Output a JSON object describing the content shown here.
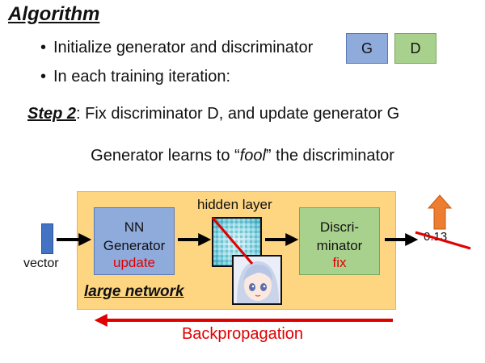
{
  "title": "Algorithm",
  "bullets": [
    {
      "marker": "•",
      "text": "Initialize generator and discriminator"
    },
    {
      "marker": "•",
      "text": "In each training iteration:"
    }
  ],
  "boxes": {
    "g": "G",
    "d": "D"
  },
  "step": {
    "label": "Step 2",
    "text": ": Fix discriminator D, and update generator G"
  },
  "subtitle": {
    "before": "Generator learns to “",
    "emph": "fool",
    "after": "” the discriminator"
  },
  "diagram": {
    "vector_label": "vector",
    "generator": {
      "line1": "NN",
      "line2": "Generator",
      "status": "update"
    },
    "hidden_layer_label": "hidden layer",
    "discriminator": {
      "line1": "Discri-",
      "line2": "minator",
      "status": "fix"
    },
    "output_value": "0.13",
    "large_network_label": "large network",
    "backprop_label": "Backpropagation"
  },
  "colors": {
    "generator": "#8fabdc",
    "discriminator": "#a9d18e",
    "large_network": "#fed580",
    "accent_red": "#e00000",
    "up_arrow": "#ed7d31",
    "vector": "#4472c4"
  },
  "icons": [
    "noisy-image-icon",
    "anime-face-image-icon",
    "up-arrow-icon"
  ]
}
